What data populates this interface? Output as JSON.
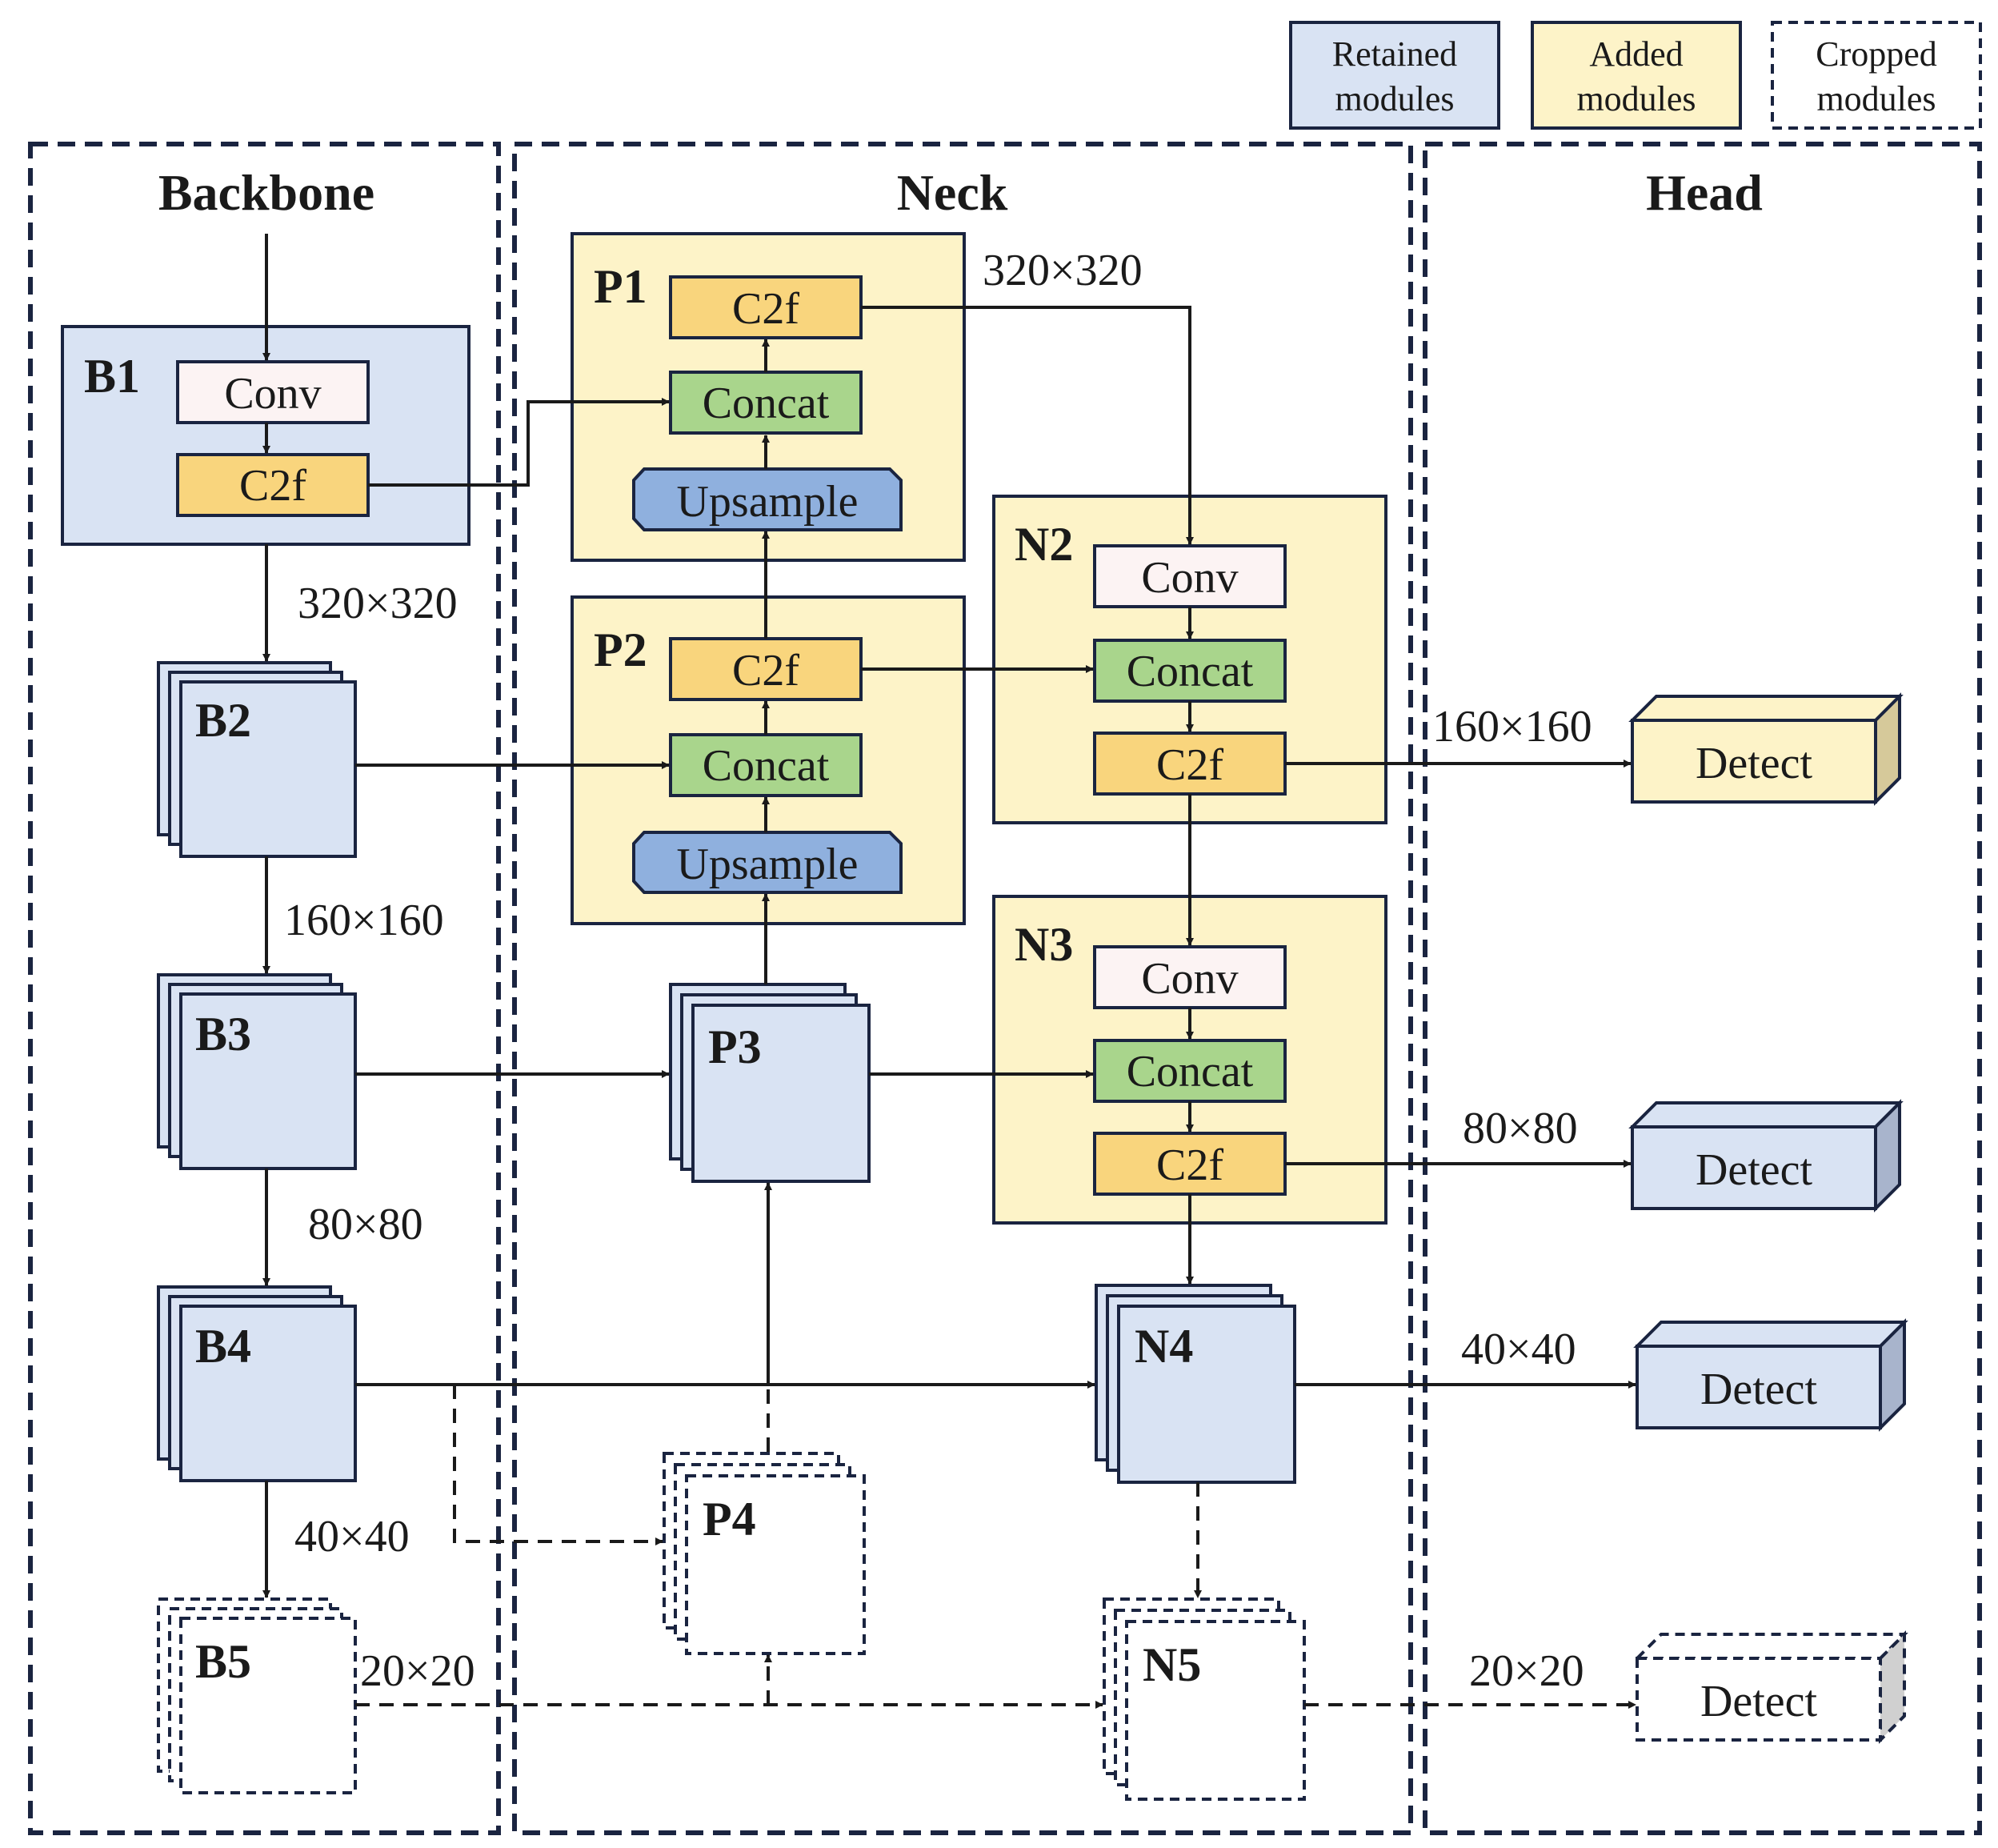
{
  "legend": {
    "retained": "Retained modules",
    "retained_l1": "Retained",
    "retained_l2": "modules",
    "added_l1": "Added",
    "added_l2": "modules",
    "cropped_l1": "Cropped",
    "cropped_l2": "modules"
  },
  "sections": {
    "backbone": "Backbone",
    "neck": "Neck",
    "head": "Head"
  },
  "modules": {
    "conv": "Conv",
    "c2f": "C2f",
    "concat": "Concat",
    "upsample": "Upsample",
    "detect": "Detect"
  },
  "blocks": {
    "b1": "B1",
    "b2": "B2",
    "b3": "B3",
    "b4": "B4",
    "b5": "B5",
    "p1": "P1",
    "p2": "P2",
    "p3": "P3",
    "p4": "P4",
    "n2": "N2",
    "n3": "N3",
    "n4": "N4",
    "n5": "N5"
  },
  "dims": {
    "d320": "320×320",
    "d160": "160×160",
    "d80": "80×80",
    "d40": "40×40",
    "d20": "20×20"
  },
  "colors": {
    "retained": "#d9e3f3",
    "added": "#fdf3c8",
    "conv": "#fcf3f3",
    "c2f": "#f9d57d",
    "concat": "#a9d58c",
    "upsample": "#8fb0de",
    "border": "#1a2440"
  }
}
